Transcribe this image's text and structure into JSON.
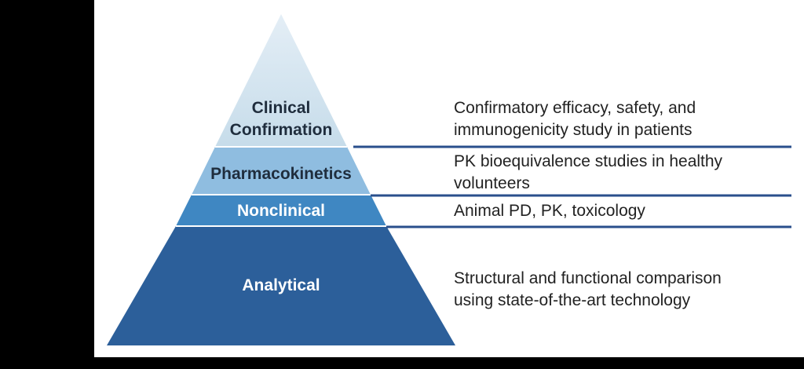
{
  "tiers": [
    {
      "label": "Clinical\nConfirmation",
      "description": "Confirmatory efficacy, safety, and\nimmunogenicity study in patients",
      "fill": "#c6dcea",
      "text_color": "#1f2d3d"
    },
    {
      "label": "Pharmacokinetics",
      "description": "PK bioequivalence studies in healthy\nvolunteers",
      "fill": "#8fbde0",
      "text_color": "#1f2d3d"
    },
    {
      "label": "Nonclinical",
      "description": "Animal PD, PK, toxicology",
      "fill": "#3f87c2",
      "text_color": "#ffffff"
    },
    {
      "label": "Analytical",
      "description": "Structural and functional comparison\nusing state-of-the-art technology",
      "fill": "#2c5f9a",
      "text_color": "#ffffff"
    }
  ],
  "colors": {
    "background": "#000000",
    "panel": "#ffffff",
    "divider": "#2a4f8c",
    "apex_highlight": "#e4eef6"
  }
}
